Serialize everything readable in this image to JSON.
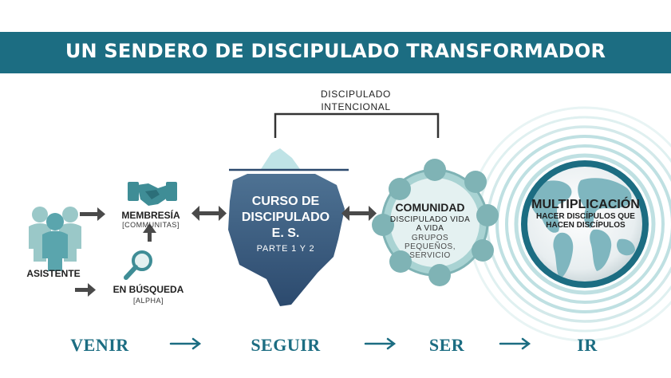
{
  "title": "UN SENDERO DE DISCIPULADO TRANSFORMADOR",
  "bracket_label": "DISCIPULADO INTENCIONAL",
  "asistente": {
    "label": "ASISTENTE"
  },
  "membresia": {
    "label": "MEMBRESÍA",
    "sub": "[COMMUNITAS]"
  },
  "busqueda": {
    "label": "EN BÚSQUEDA",
    "sub": "[ALPHA]"
  },
  "curso": {
    "title": "CURSO DE DISCIPULADO E. S.",
    "sub": "PARTE 1 Y 2"
  },
  "comunidad": {
    "title": "COMUNIDAD",
    "sub1": "DISCIPULADO VIDA A VIDA",
    "sub2": "GRUPOS PEQUEÑOS, SERVICIO"
  },
  "multiplicacion": {
    "title": "MULTIPLICACIÓN",
    "sub": "HACER DISCÍPULOS QUE HACEN DISCÍPULOS"
  },
  "stages": [
    "VENIR",
    "SEGUIR",
    "SER",
    "IR"
  ],
  "colors": {
    "teal_dark": "#1c6d82",
    "teal_light": "#8fc9cc",
    "slate": "#4f6f8f",
    "gray_arrow": "#4a4a4a"
  },
  "icons": [
    "people-group-icon",
    "handshake-icon",
    "magnifier-icon",
    "iceberg-icon",
    "community-circle-icon",
    "globe-icon"
  ]
}
